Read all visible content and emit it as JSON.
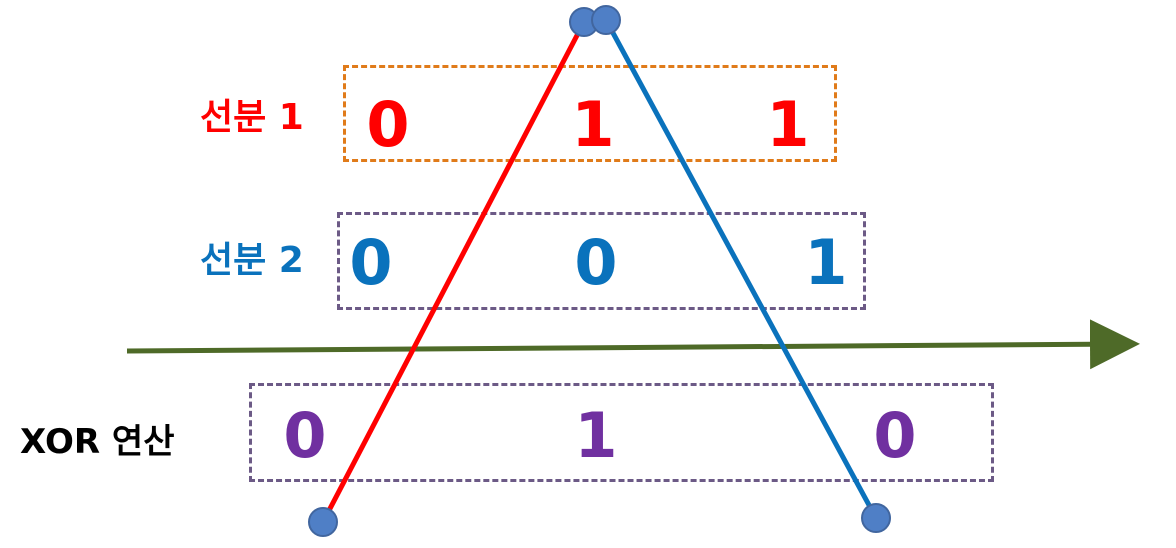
{
  "colors": {
    "segment1": "#FF0000",
    "segment2": "#0A72BC",
    "xor_result": "#7030A0",
    "label_xor": "#000000",
    "box_orange": "#E07B1A",
    "box_purple": "#6C5A86",
    "axis": "#4E6A28",
    "endpoint": "#4F7FC6"
  },
  "rows": {
    "segment1": {
      "label": "선분 1",
      "bits": [
        "0",
        "1",
        "1"
      ]
    },
    "segment2": {
      "label": "선분 2",
      "bits": [
        "0",
        "0",
        "1"
      ]
    },
    "xor": {
      "label": "XOR 연산",
      "bits": [
        "0",
        "1",
        "0"
      ]
    }
  }
}
